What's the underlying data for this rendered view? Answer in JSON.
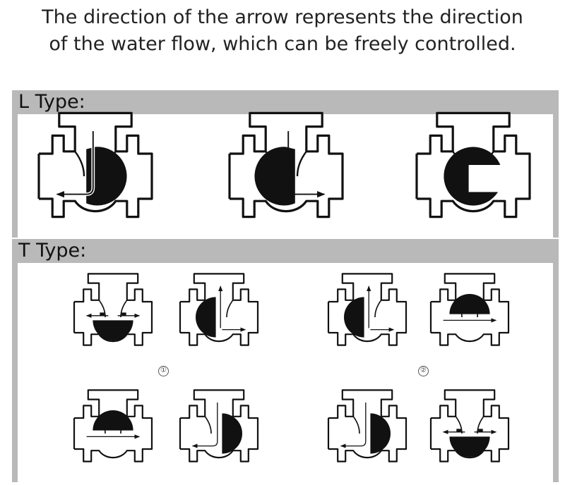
{
  "title_line1": "The direction of the arrow represents the direction",
  "title_line2": "of the water flow, which can be freely controlled.",
  "l_panel": {
    "label": "L Type:"
  },
  "t_panel": {
    "label": "T Type:",
    "marker_1": "①",
    "marker_2": "②"
  },
  "colors": {
    "panel_gray": "#b9b9b9",
    "ink": "#111111",
    "background": "#ffffff"
  }
}
